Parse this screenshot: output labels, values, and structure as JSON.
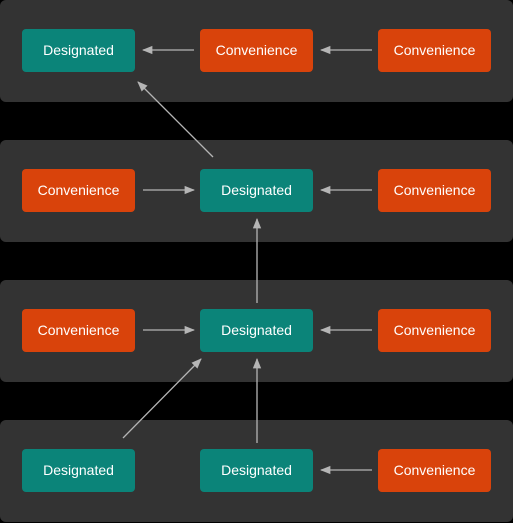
{
  "colors": {
    "designated": "#0b8479",
    "convenience": "#d9430b",
    "row_background": "#333333",
    "arrow": "#b5b5b5"
  },
  "rows": [
    {
      "nodes": [
        {
          "label": "Designated",
          "kind": "designated"
        },
        {
          "label": "Convenience",
          "kind": "convenience"
        },
        {
          "label": "Convenience",
          "kind": "convenience"
        }
      ]
    },
    {
      "nodes": [
        {
          "label": "Convenience",
          "kind": "convenience"
        },
        {
          "label": "Designated",
          "kind": "designated"
        },
        {
          "label": "Convenience",
          "kind": "convenience"
        }
      ]
    },
    {
      "nodes": [
        {
          "label": "Convenience",
          "kind": "convenience"
        },
        {
          "label": "Designated",
          "kind": "designated"
        },
        {
          "label": "Convenience",
          "kind": "convenience"
        }
      ]
    },
    {
      "nodes": [
        {
          "label": "Designated",
          "kind": "designated"
        },
        {
          "label": "Designated",
          "kind": "designated"
        },
        {
          "label": "Convenience",
          "kind": "convenience"
        }
      ]
    }
  ]
}
